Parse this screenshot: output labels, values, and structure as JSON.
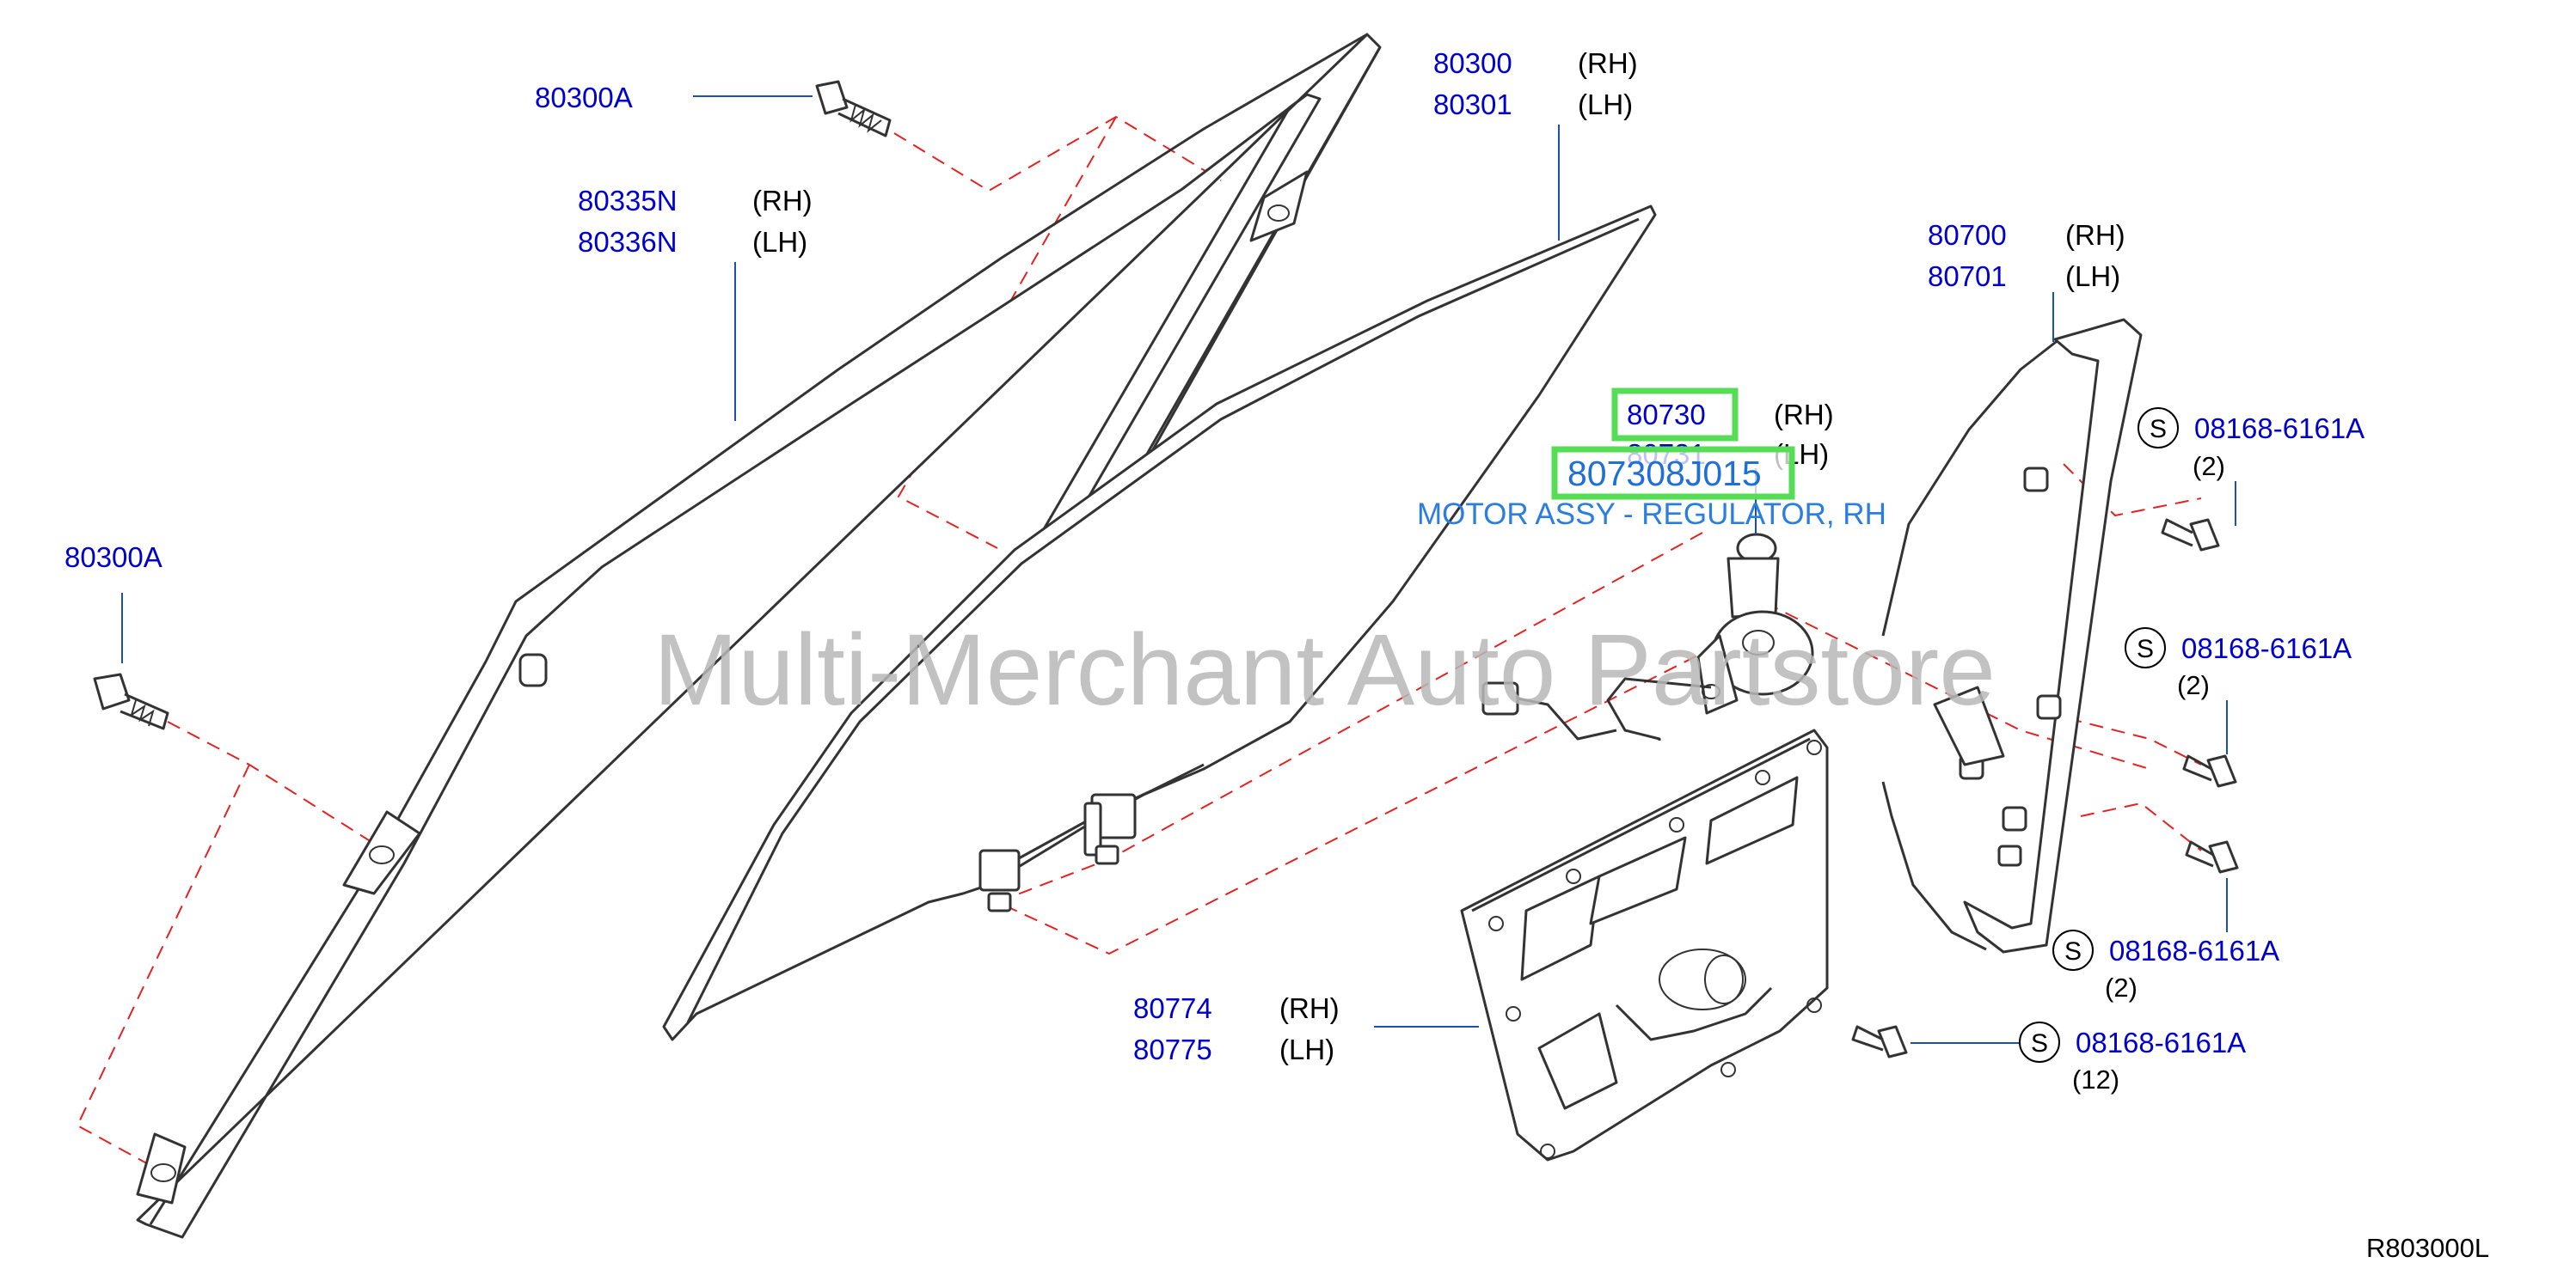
{
  "watermark": "Multi-Merchant Auto Partstore",
  "diagram_ref": "R803000L",
  "hover": {
    "part_number": "807308J015",
    "description": "MOTOR ASSY - REGULATOR, RH"
  },
  "callouts": {
    "bolt_top": {
      "part": "80300A"
    },
    "bolt_left": {
      "part": "80300A"
    },
    "sash": {
      "rh": "80335N",
      "lh": "80336N",
      "rh_tag": "(RH)",
      "lh_tag": "(LH)"
    },
    "glass": {
      "rh": "80300",
      "lh": "80301",
      "rh_tag": "(RH)",
      "lh_tag": "(LH)"
    },
    "regulator": {
      "rh": "80700",
      "lh": "80701",
      "rh_tag": "(RH)",
      "lh_tag": "(LH)"
    },
    "motor": {
      "rh": "80730",
      "lh": "80731",
      "rh_tag": "(RH)",
      "lh_tag": "(LH)"
    },
    "panel": {
      "rh": "80774",
      "lh": "80775",
      "rh_tag": "(RH)",
      "lh_tag": "(LH)"
    },
    "screw1": {
      "symbol": "S",
      "part": "08168-6161A",
      "qty": "(2)"
    },
    "screw2": {
      "symbol": "S",
      "part": "08168-6161A",
      "qty": "(2)"
    },
    "screw3": {
      "symbol": "S",
      "part": "08168-6161A",
      "qty": "(2)"
    },
    "screw4": {
      "symbol": "S",
      "part": "08168-6161A",
      "qty": "(12)"
    }
  }
}
